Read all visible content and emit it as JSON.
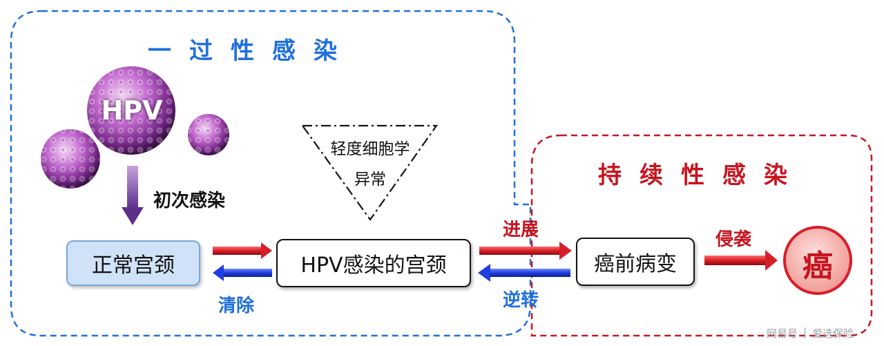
{
  "regions": {
    "transient": {
      "title": "一过性感染",
      "color": "#1e6fdc"
    },
    "persistent": {
      "title": "持续性感染",
      "color": "#c8141e"
    }
  },
  "virus": {
    "label": "HPV",
    "color": "#8e3aa8"
  },
  "labels": {
    "initial_infection": "初次感染",
    "clearance": "清除",
    "progression": "进展",
    "reversal": "逆转",
    "invasion": "侵袭"
  },
  "nodes": {
    "normal_cervix": "正常宫颈",
    "hpv_infected_cervix": "HPV感染的宫颈",
    "precancerous_lesion": "癌前病变",
    "cancer": "癌"
  },
  "triangle": {
    "line1": "轻度细胞学",
    "line2": "异常"
  },
  "watermark": {
    "source": "网易号",
    "separator": "|",
    "account": "爱选保险"
  },
  "colors": {
    "red_arrow": "#d81e28",
    "blue_arrow": "#1f3fe0",
    "normal_box_fill": "#cfe2f7",
    "cancer_fill": "#f6b6b2"
  }
}
